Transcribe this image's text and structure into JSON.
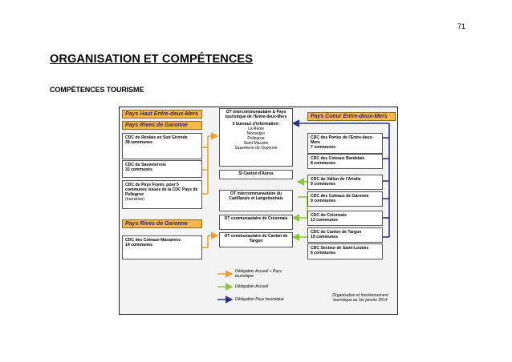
{
  "page_number": "71",
  "title": "ORGANISATION ET COMPÉTENCES",
  "subtitle": "COMPÉTENCES TOURISME",
  "diagram": {
    "headers": {
      "haut": "Pays Haut Entre-deux-Mers",
      "rives_top": "Pays Rives de Garonne",
      "rives_bottom": "Pays Rives de Garonne",
      "coeur": "Pays Coeur Entre-deux-Mers"
    },
    "left_cdc": [
      {
        "name": "CDC du Réolais en Sud Gironde",
        "count": "38 communes"
      },
      {
        "name": "CDC du Sauveterrois",
        "count": "32 communes"
      },
      {
        "name": "CDC du Pays Foyen, pour 5 communes issues de la CDC Pays de Pellegrue",
        "count": "(transition)"
      }
    ],
    "left_bottom_cdc": {
      "name": "CDC des Coteaux Macariens",
      "count": "14 communes"
    },
    "center": {
      "ot_main": "OT intercommunautaire & Pays touristique de l'Entre-deux-Mers",
      "bureaux_label": "5 bureaux d'information:",
      "bureaux": [
        "La Réole",
        "Monségur",
        "Pellegrue",
        "Saint-Macaire",
        "Sauveterre de Guyenne"
      ],
      "si": "SI Canton d'Auros",
      "ot_cadillac": "OT intercommunautaire du Cadillacais et Langoirannais",
      "ot_creon": "OT communautaire du Créonnais",
      "ot_targon": "OT communautaire du Canton de Targon"
    },
    "right_cdc": [
      {
        "name": "CDC des Portes de l'Entre-deux-Mers",
        "count": "7 communes"
      },
      {
        "name": "CDC des Coteaux Bordelais",
        "count": "8 communes"
      },
      {
        "name": "CDC du Vallon de l'Artolie",
        "count": "9 communes"
      },
      {
        "name": "CDC des Coteaux de Garonne",
        "count": "9 communes"
      },
      {
        "name": "CDC du Créonnais",
        "count": "13 communes"
      },
      {
        "name": "CDC du Canton de Targon",
        "count": "19 communes"
      },
      {
        "name": "CDC Secteur de Saint-Loubès",
        "count": "6 communes"
      }
    ],
    "legend": [
      {
        "label": "Délégation Accueil + Pays touristique",
        "color": "#f0a030"
      },
      {
        "label": "Délégation Accueil",
        "color": "#8cc63f"
      },
      {
        "label": "Délégation Pays touristique",
        "color": "#2e3192"
      }
    ],
    "footnote": "Organisation et fonctionnement touristique au 1er janvier 2014"
  }
}
